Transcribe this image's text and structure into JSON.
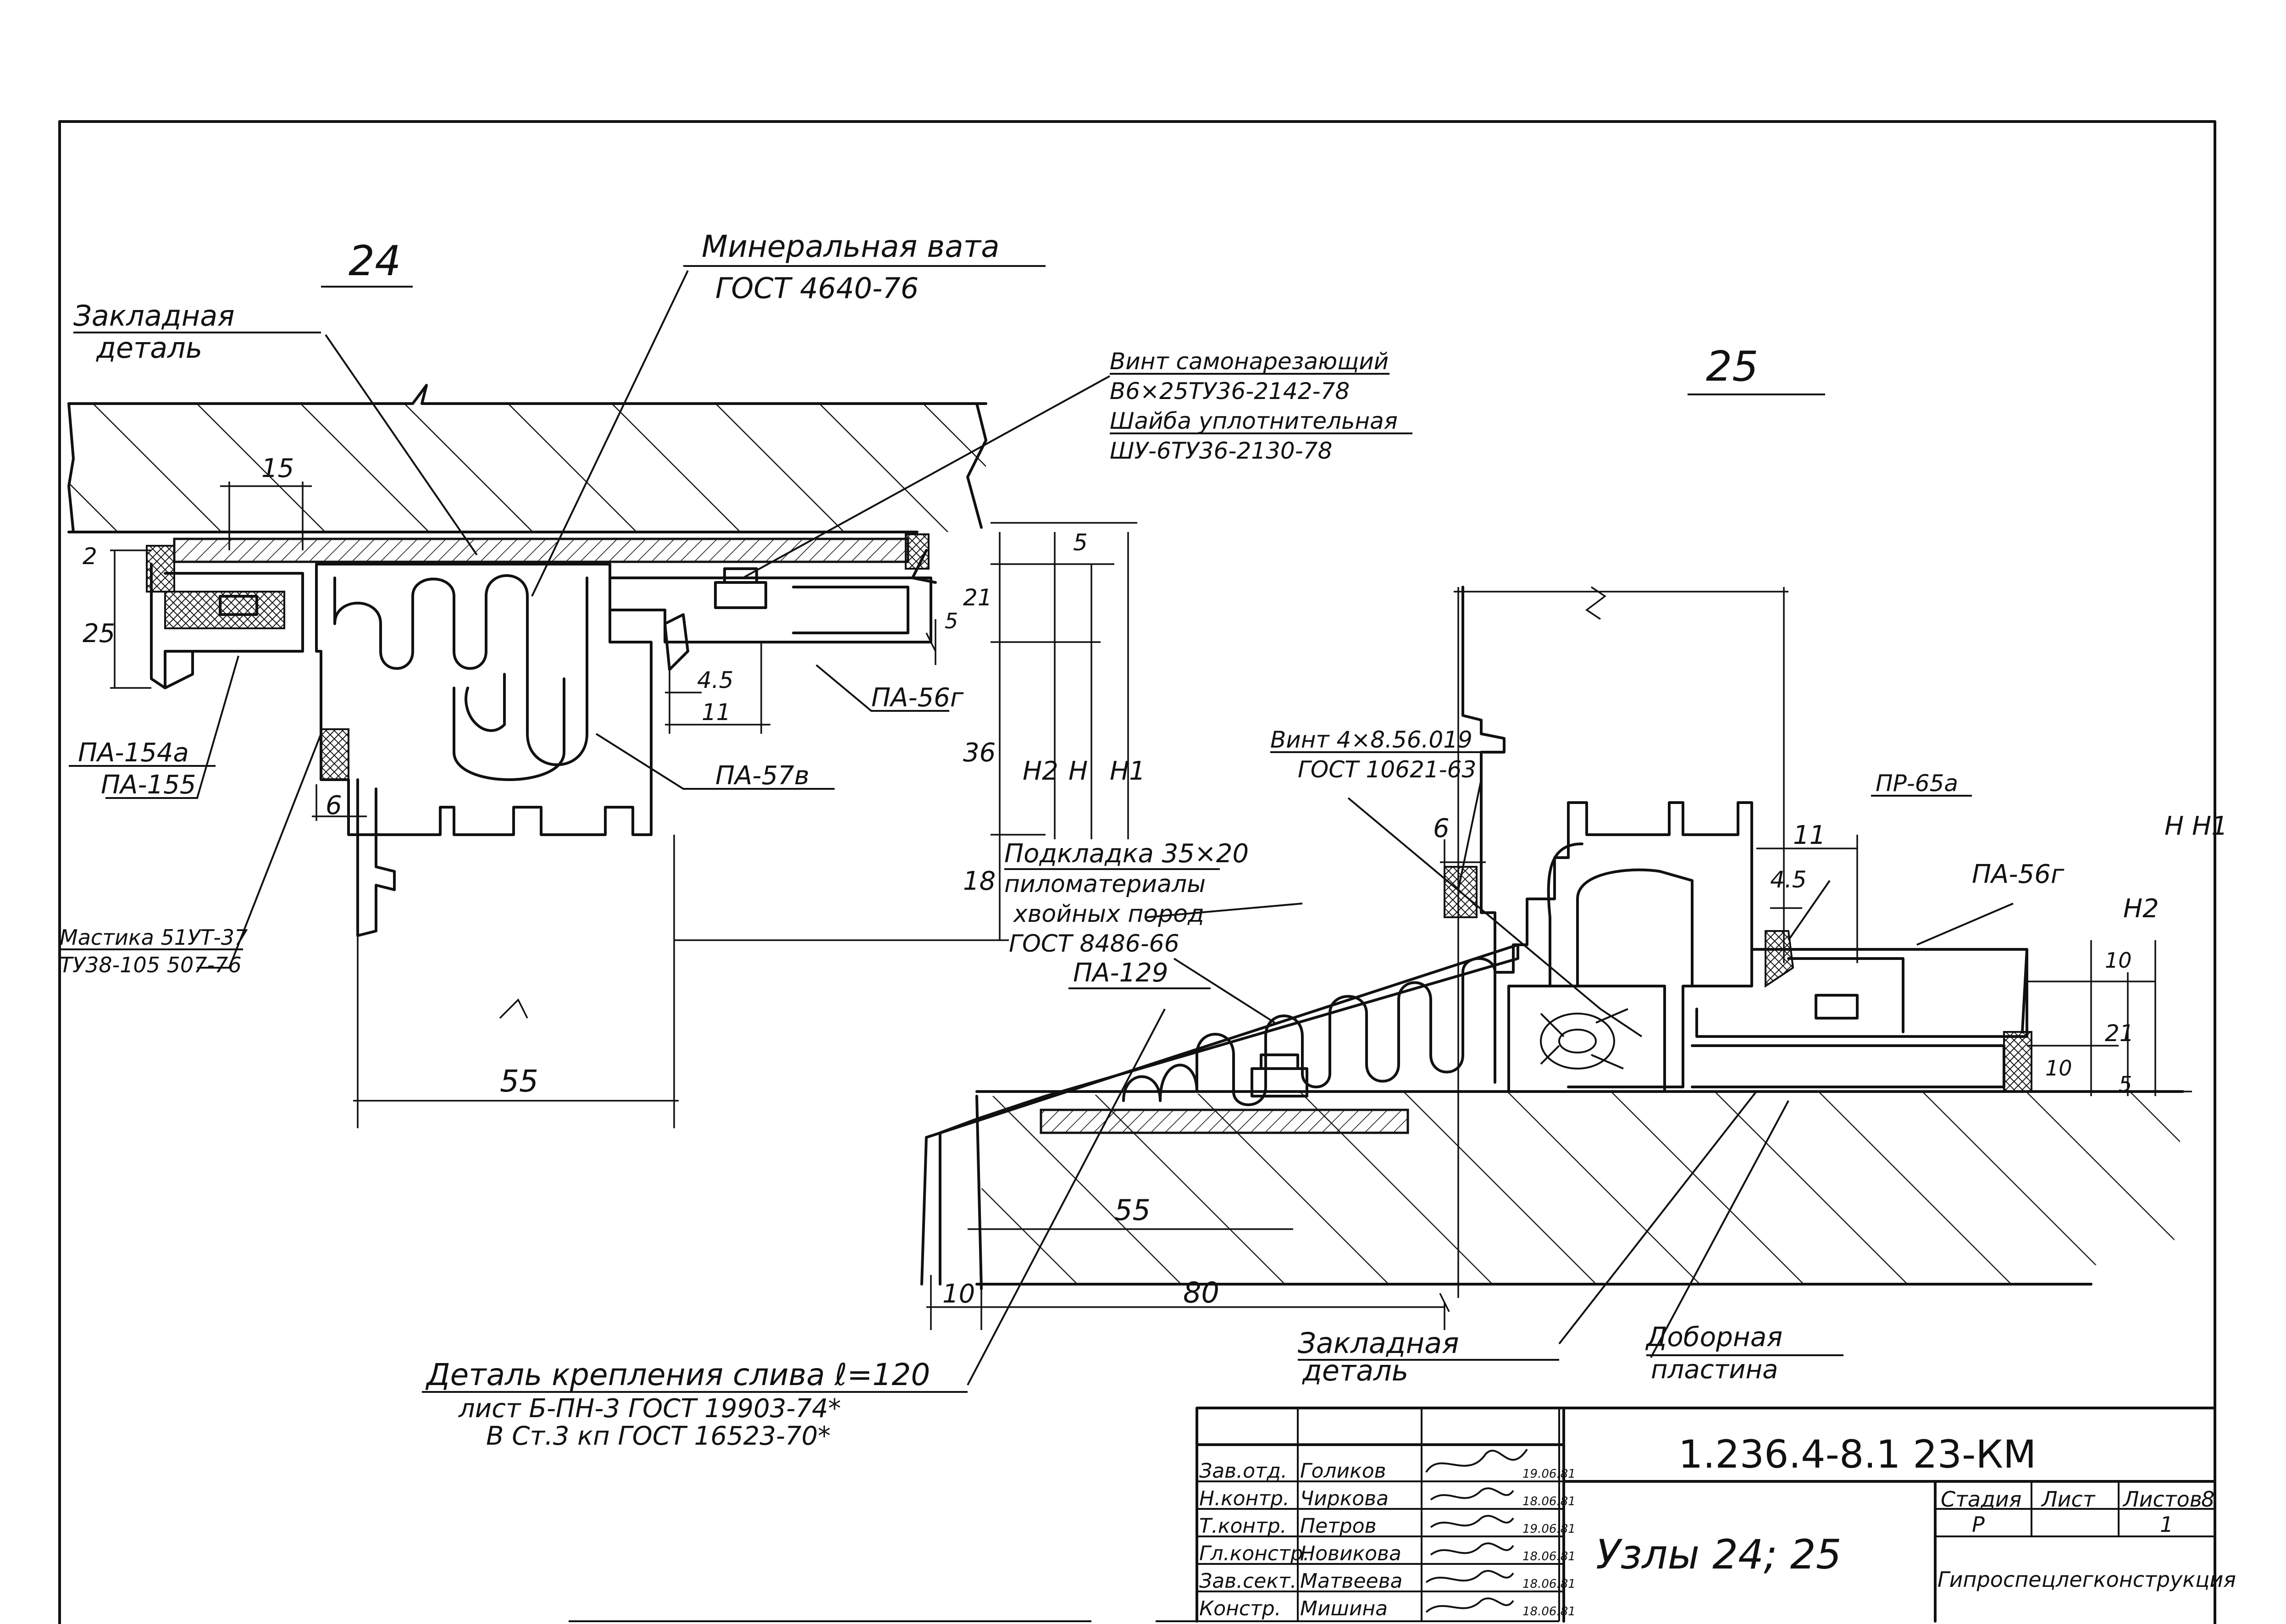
{
  "details": {
    "d24": {
      "number": "24",
      "labels": {
        "embedded_part_1": "Закладная",
        "embedded_part_2": "деталь",
        "mineral_wool_1": "Минеральная вата",
        "mineral_wool_2": "ГОСТ 4640-76",
        "screw_1": "Винт самонарезающий",
        "screw_2": "В6×25ТУ36-2142-78",
        "washer_1": "Шайба уплотнительная",
        "washer_2": "ШУ-6ТУ36-2130-78",
        "pa154": "ПА-154а",
        "pa155": "ПА-155",
        "pa56": "ПА-56г",
        "pa57": "ПА-57в",
        "mastic_1": "Мастика 51УТ-37",
        "mastic_2": "ТУ38-105 507-76"
      },
      "dims": {
        "d15": "15",
        "d2": "2",
        "d25": "25",
        "d6": "6",
        "d55": "55",
        "d45": "4.5",
        "d11": "11",
        "d5": "5",
        "d21": "21",
        "d36": "36",
        "d18": "18",
        "h2": "Н2",
        "h": "Н",
        "h1": "Н1"
      }
    },
    "d25": {
      "number": "25",
      "labels": {
        "screw_1": "Винт 4×8.56.019",
        "screw_2": "ГОСТ 10621-63",
        "pr65": "ПР-65а",
        "pa56": "ПА-56г",
        "pad_1": "Подкладка 35×20",
        "pad_2": "пиломатериалы",
        "pad_3": "хвойных пород",
        "pad_4": "ГОСТ 8486-66",
        "pa129": "ПА-129",
        "embedded_part_1": "Закладная",
        "embedded_part_2": "деталь",
        "extra_plate_1": "Доборная",
        "extra_plate_2": "пластина",
        "fixing_1": "Деталь крепления слива ℓ=120",
        "fixing_2": "лист Б-ПН-3 ГОСТ 19903-74*",
        "fixing_3": "В Ст.3 кп ГОСТ 16523-70*"
      },
      "dims": {
        "d6": "6",
        "d11": "11",
        "d45": "4.5",
        "d10a": "10",
        "d21": "21",
        "d10b": "10",
        "d5": "5",
        "d55": "55",
        "d10c": "10",
        "d80": "80",
        "h": "Н",
        "h1": "Н1",
        "h2": "Н2"
      }
    }
  },
  "title_block": {
    "code": "1.236.4-8.1   23-КМ",
    "title": "Узлы 24; 25",
    "organization": "Гипроспецлегконструкция",
    "stage_header": "Стадия",
    "sheet_header": "Лист",
    "sheets_header": "Листов",
    "sheets_total": "8",
    "stage": "Р",
    "sheet": "1",
    "signatures": [
      {
        "role": "Зав.отд.",
        "name": "Голиков",
        "date": "19.06.81"
      },
      {
        "role": "Н.контр.",
        "name": "Чиркова",
        "date": "18.06.81"
      },
      {
        "role": "Т.контр.",
        "name": "Петров",
        "date": "19.06.81"
      },
      {
        "role": "Гл.констр.",
        "name": "Новикова",
        "date": "18.06.81"
      },
      {
        "role": "Зав.сект.",
        "name": "Матвеева",
        "date": "18.06.81"
      },
      {
        "role": "Констр.",
        "name": "Мишина",
        "date": "18.06.81"
      }
    ]
  }
}
